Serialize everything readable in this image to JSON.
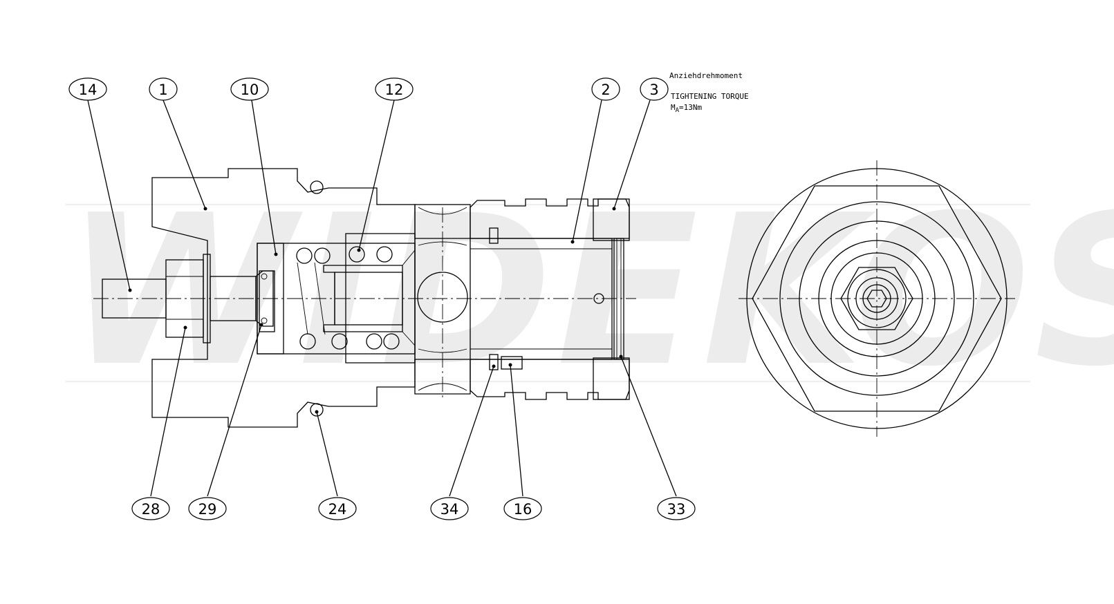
{
  "watermark": "WIDEKOS",
  "notes": {
    "line1": "Anziehdrehmoment",
    "line2": "TIGHTENING TORQUE",
    "line3_prefix": "M",
    "line3_sub": "A",
    "line3_value": "=13Nm"
  },
  "balloons": [
    {
      "id": "b14",
      "label": "14"
    },
    {
      "id": "b1",
      "label": "1"
    },
    {
      "id": "b10",
      "label": "10"
    },
    {
      "id": "b12",
      "label": "12"
    },
    {
      "id": "b2",
      "label": "2"
    },
    {
      "id": "b3",
      "label": "3"
    },
    {
      "id": "b28",
      "label": "28"
    },
    {
      "id": "b29",
      "label": "29"
    },
    {
      "id": "b24",
      "label": "24"
    },
    {
      "id": "b34",
      "label": "34"
    },
    {
      "id": "b16",
      "label": "16"
    },
    {
      "id": "b33",
      "label": "33"
    }
  ]
}
